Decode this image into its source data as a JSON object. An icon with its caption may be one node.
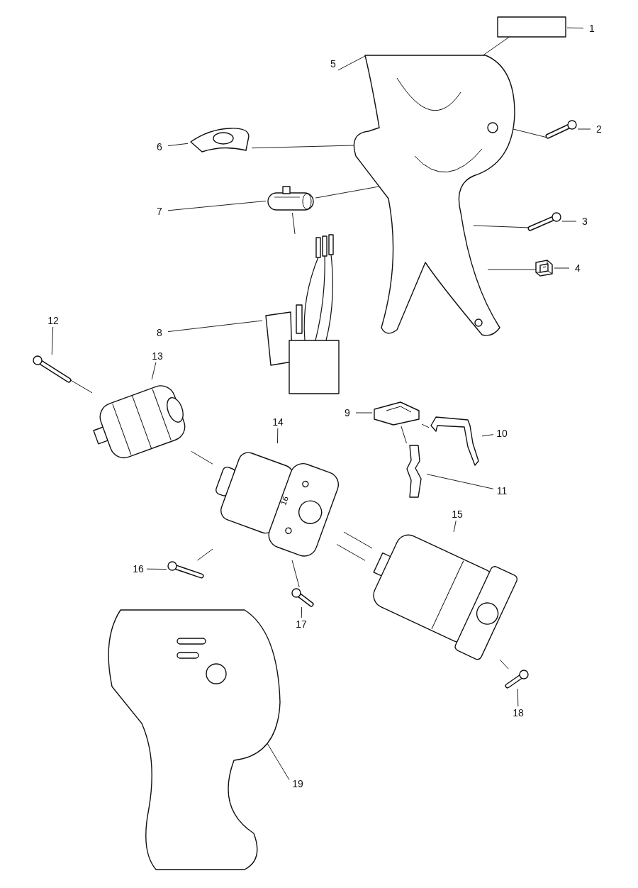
{
  "diagram": {
    "nodes": [
      {
        "text": [
          "1"
        ]
      },
      {
        "text": [
          "2"
        ]
      },
      {
        "text": [
          "3"
        ]
      },
      {
        "text": [
          "4"
        ]
      },
      {
        "text": [
          "5"
        ]
      },
      {
        "text": [
          "6"
        ]
      },
      {
        "text": [
          "7"
        ]
      },
      {
        "text": [
          "8"
        ]
      },
      {
        "text": [
          "9"
        ]
      },
      {
        "text": [
          "10"
        ]
      },
      {
        "text": [
          "11"
        ]
      },
      {
        "text": [
          "12"
        ]
      },
      {
        "text": [
          "13"
        ]
      },
      {
        "text": [
          "14"
        ]
      },
      {
        "text": [
          "15"
        ]
      },
      {
        "text": [
          "16"
        ]
      },
      {
        "text": [
          "17"
        ]
      },
      {
        "text": [
          "18"
        ]
      },
      {
        "text": [
          "19"
        ]
      },
      {
        "text": [],
        "shape": "box"
      },
      {
        "text": [],
        "shape": "picture"
      },
      {
        "text": [],
        "shape": "picture"
      },
      {
        "text": [],
        "shape": "picture"
      },
      {
        "text": [],
        "shape": "picture"
      },
      {
        "text": [],
        "shape": "picture"
      },
      {
        "text": [],
        "shape": "picture"
      },
      {
        "text": [],
        "shape": "picture"
      },
      {
        "text": [],
        "shape": "picture"
      },
      {
        "text": [],
        "shape": "picture"
      },
      {
        "text": [],
        "shape": "picture"
      },
      {
        "text": [],
        "shape": "picture"
      },
      {
        "text": [],
        "shape": "picture"
      },
      {
        "text": [],
        "shape": "picture"
      },
      {
        "text": [],
        "shape": "picture"
      },
      {
        "text": [],
        "shape": "picture"
      },
      {
        "text": [],
        "shape": "picture"
      },
      {
        "text": [],
        "shape": "picture"
      },
      {
        "text": [],
        "shape": "picture"
      }
    ],
    "edges": [
      {
        "from": 0,
        "to": 19,
        "arrow": "none"
      },
      {
        "from": 1,
        "to": 20,
        "arrow": "none"
      },
      {
        "from": 2,
        "to": 21,
        "arrow": "none"
      },
      {
        "from": 3,
        "to": 22,
        "arrow": "none"
      },
      {
        "from": 4,
        "to": 23,
        "arrow": "none"
      },
      {
        "from": 5,
        "to": 24,
        "arrow": "none"
      },
      {
        "from": 6,
        "to": 25,
        "arrow": "none"
      },
      {
        "from": 7,
        "to": 26,
        "arrow": "none"
      },
      {
        "from": 8,
        "to": 27,
        "arrow": "none"
      },
      {
        "from": 9,
        "to": 28,
        "arrow": "none"
      },
      {
        "from": 10,
        "to": 29,
        "arrow": "none"
      },
      {
        "from": 11,
        "to": 30,
        "arrow": "none"
      },
      {
        "from": 12,
        "to": 31,
        "arrow": "none"
      },
      {
        "from": 13,
        "to": 32,
        "arrow": "none"
      },
      {
        "from": 14,
        "to": 33,
        "arrow": "none"
      },
      {
        "from": 15,
        "to": 34,
        "arrow": "none"
      },
      {
        "from": 16,
        "to": 35,
        "arrow": "none"
      },
      {
        "from": 17,
        "to": 36,
        "arrow": "none"
      },
      {
        "from": 18,
        "to": 37,
        "arrow": "none"
      },
      {
        "from": 19,
        "to": 23,
        "arrow": "none"
      },
      {
        "from": 20,
        "to": 23,
        "arrow": "none"
      },
      {
        "from": 21,
        "to": 23,
        "arrow": "none"
      },
      {
        "from": 22,
        "to": 23,
        "arrow": "none"
      },
      {
        "from": 24,
        "to": 23,
        "arrow": "none"
      },
      {
        "from": 25,
        "to": 23,
        "arrow": "none"
      },
      {
        "from": 25,
        "to": 26,
        "arrow": "none"
      },
      {
        "from": 27,
        "to": 28,
        "arrow": "none"
      },
      {
        "from": 27,
        "to": 29,
        "arrow": "none"
      },
      {
        "from": 30,
        "to": 31,
        "arrow": "none"
      },
      {
        "from": 31,
        "to": 32,
        "arrow": "none"
      },
      {
        "from": 34,
        "to": 32,
        "arrow": "none"
      },
      {
        "from": 35,
        "to": 32,
        "arrow": "none"
      },
      {
        "from": 32,
        "to": 33,
        "arrow": "none"
      },
      {
        "from": 32,
        "to": 33,
        "arrow": "none"
      },
      {
        "from": 36,
        "to": 33,
        "arrow": "none"
      }
    ],
    "labels": [
      "16"
    ]
  }
}
